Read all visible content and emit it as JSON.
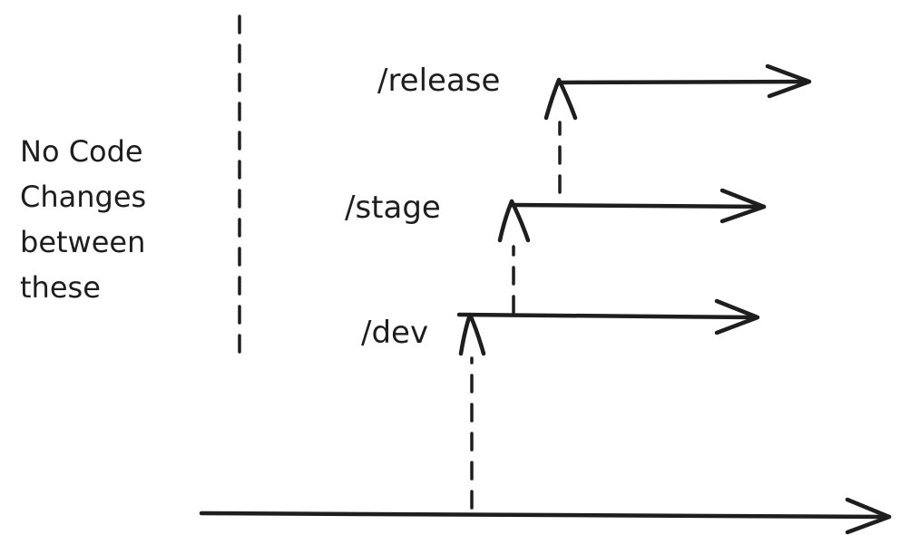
{
  "note": {
    "lines": [
      "No Code",
      "Changes",
      "between",
      "these"
    ]
  },
  "branches": {
    "release": "/release",
    "stage": "/stage",
    "dev": "/dev"
  },
  "colors": {
    "ink": "#1e1e1e",
    "background": "#ffffff"
  }
}
